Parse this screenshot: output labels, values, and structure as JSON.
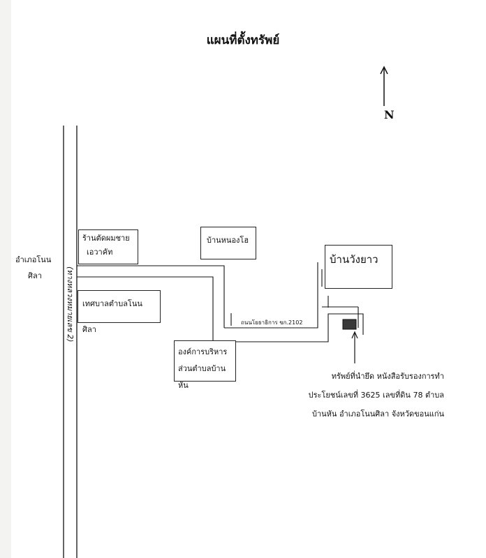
{
  "title": "แผนที่ตั้งทรัพย์",
  "compass": {
    "label": "N"
  },
  "district": {
    "line1": "อำเภอโนน",
    "line2": "ศิลา"
  },
  "main_road_label": "(ทางหลวงหมายเลข 2)",
  "local_road_label": "ถนนโยธาธิการ ขก.2102",
  "places": {
    "barber": {
      "line1": "ร้านตัดผมชาย",
      "line2": "เอวาคัท"
    },
    "municipality": "เทศบาลตำบลโนนศิลา",
    "nong_hoi": "บ้านหนองโฮ",
    "sao": {
      "line1": "องค์การบริหาร",
      "line2": "ส่วนตำบลบ้านหัน"
    },
    "wang_yao": "บ้านวังยาว"
  },
  "property_note": {
    "line1": "ทรัพย์ที่นำยึด หนังสือรับรองการทำ",
    "line2": "ประโยชน์เลขที่ 3625 เลขที่ดิน 78 ตำบล",
    "line3": "บ้านหัน อำเภอโนนศิลา จังหวัดขอนแก่น"
  },
  "colors": {
    "ink": "#111111",
    "property_marker": "#3a3a3a"
  },
  "icons": {
    "north_arrow": "north-arrow-icon",
    "property_marker": "property-marker-icon"
  }
}
